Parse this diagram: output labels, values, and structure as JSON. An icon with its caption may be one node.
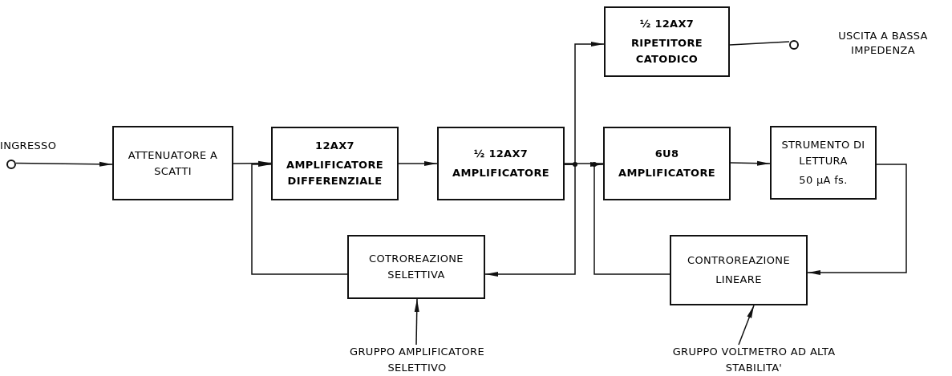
{
  "diagram": {
    "nodes": [
      {
        "text": [],
        "shape": "circle",
        "beside": [
          "INGRESSO"
        ]
      },
      {
        "text": [
          "ATTENUATORE A SCATTI"
        ]
      },
      {
        "text": [
          "12AX7",
          "AMPLIFICATORE DIFFERENZIALE"
        ]
      },
      {
        "text": [
          "½ 12AX7",
          "AMPLIFICATORE"
        ]
      },
      {
        "text": [
          "½ 12AX7",
          "RIPETITORE CATODICO"
        ]
      },
      {
        "text": [],
        "shape": "circle",
        "beside": [
          "USCITA A BASSA IMPEDENZA"
        ]
      },
      {
        "text": [
          "6U8",
          "AMPLIFICATORE"
        ]
      },
      {
        "text": [
          "STRUMENTO DI LETTURA",
          "50 μA fs."
        ]
      },
      {
        "text": [
          "COTROREAZIONE SELETTIVA"
        ]
      },
      {
        "text": [
          "CONTROREAZIONE",
          "LINEARE"
        ]
      },
      {
        "text": [
          "GRUPPO AMPLIFICATORE SELETTIVO"
        ]
      },
      {
        "text": [
          "GRUPPO VOLTMETRO AD ALTA STABILITA'"
        ]
      }
    ],
    "edges": [
      {
        "from": 0,
        "to": 1,
        "arrow": "to"
      },
      {
        "from": 1,
        "to": 2,
        "arrow": "to"
      },
      {
        "from": 8,
        "to": 2,
        "arrow": "to"
      },
      {
        "from": 2,
        "to": 3,
        "arrow": "to"
      },
      {
        "from": 3,
        "to": 4,
        "arrow": "to"
      },
      {
        "from": 3,
        "to": 8,
        "arrow": "to"
      },
      {
        "from": 3,
        "to": 6,
        "arrow": "none"
      },
      {
        "from": 9,
        "to": 6,
        "arrow": "to"
      },
      {
        "from": 6,
        "to": 7,
        "arrow": "to"
      },
      {
        "from": 7,
        "to": 9,
        "arrow": "to"
      },
      {
        "from": 4,
        "to": 5,
        "arrow": "none"
      },
      {
        "from": 10,
        "to": 8,
        "arrow": "to"
      },
      {
        "from": 11,
        "to": 9,
        "arrow": "to"
      }
    ]
  }
}
